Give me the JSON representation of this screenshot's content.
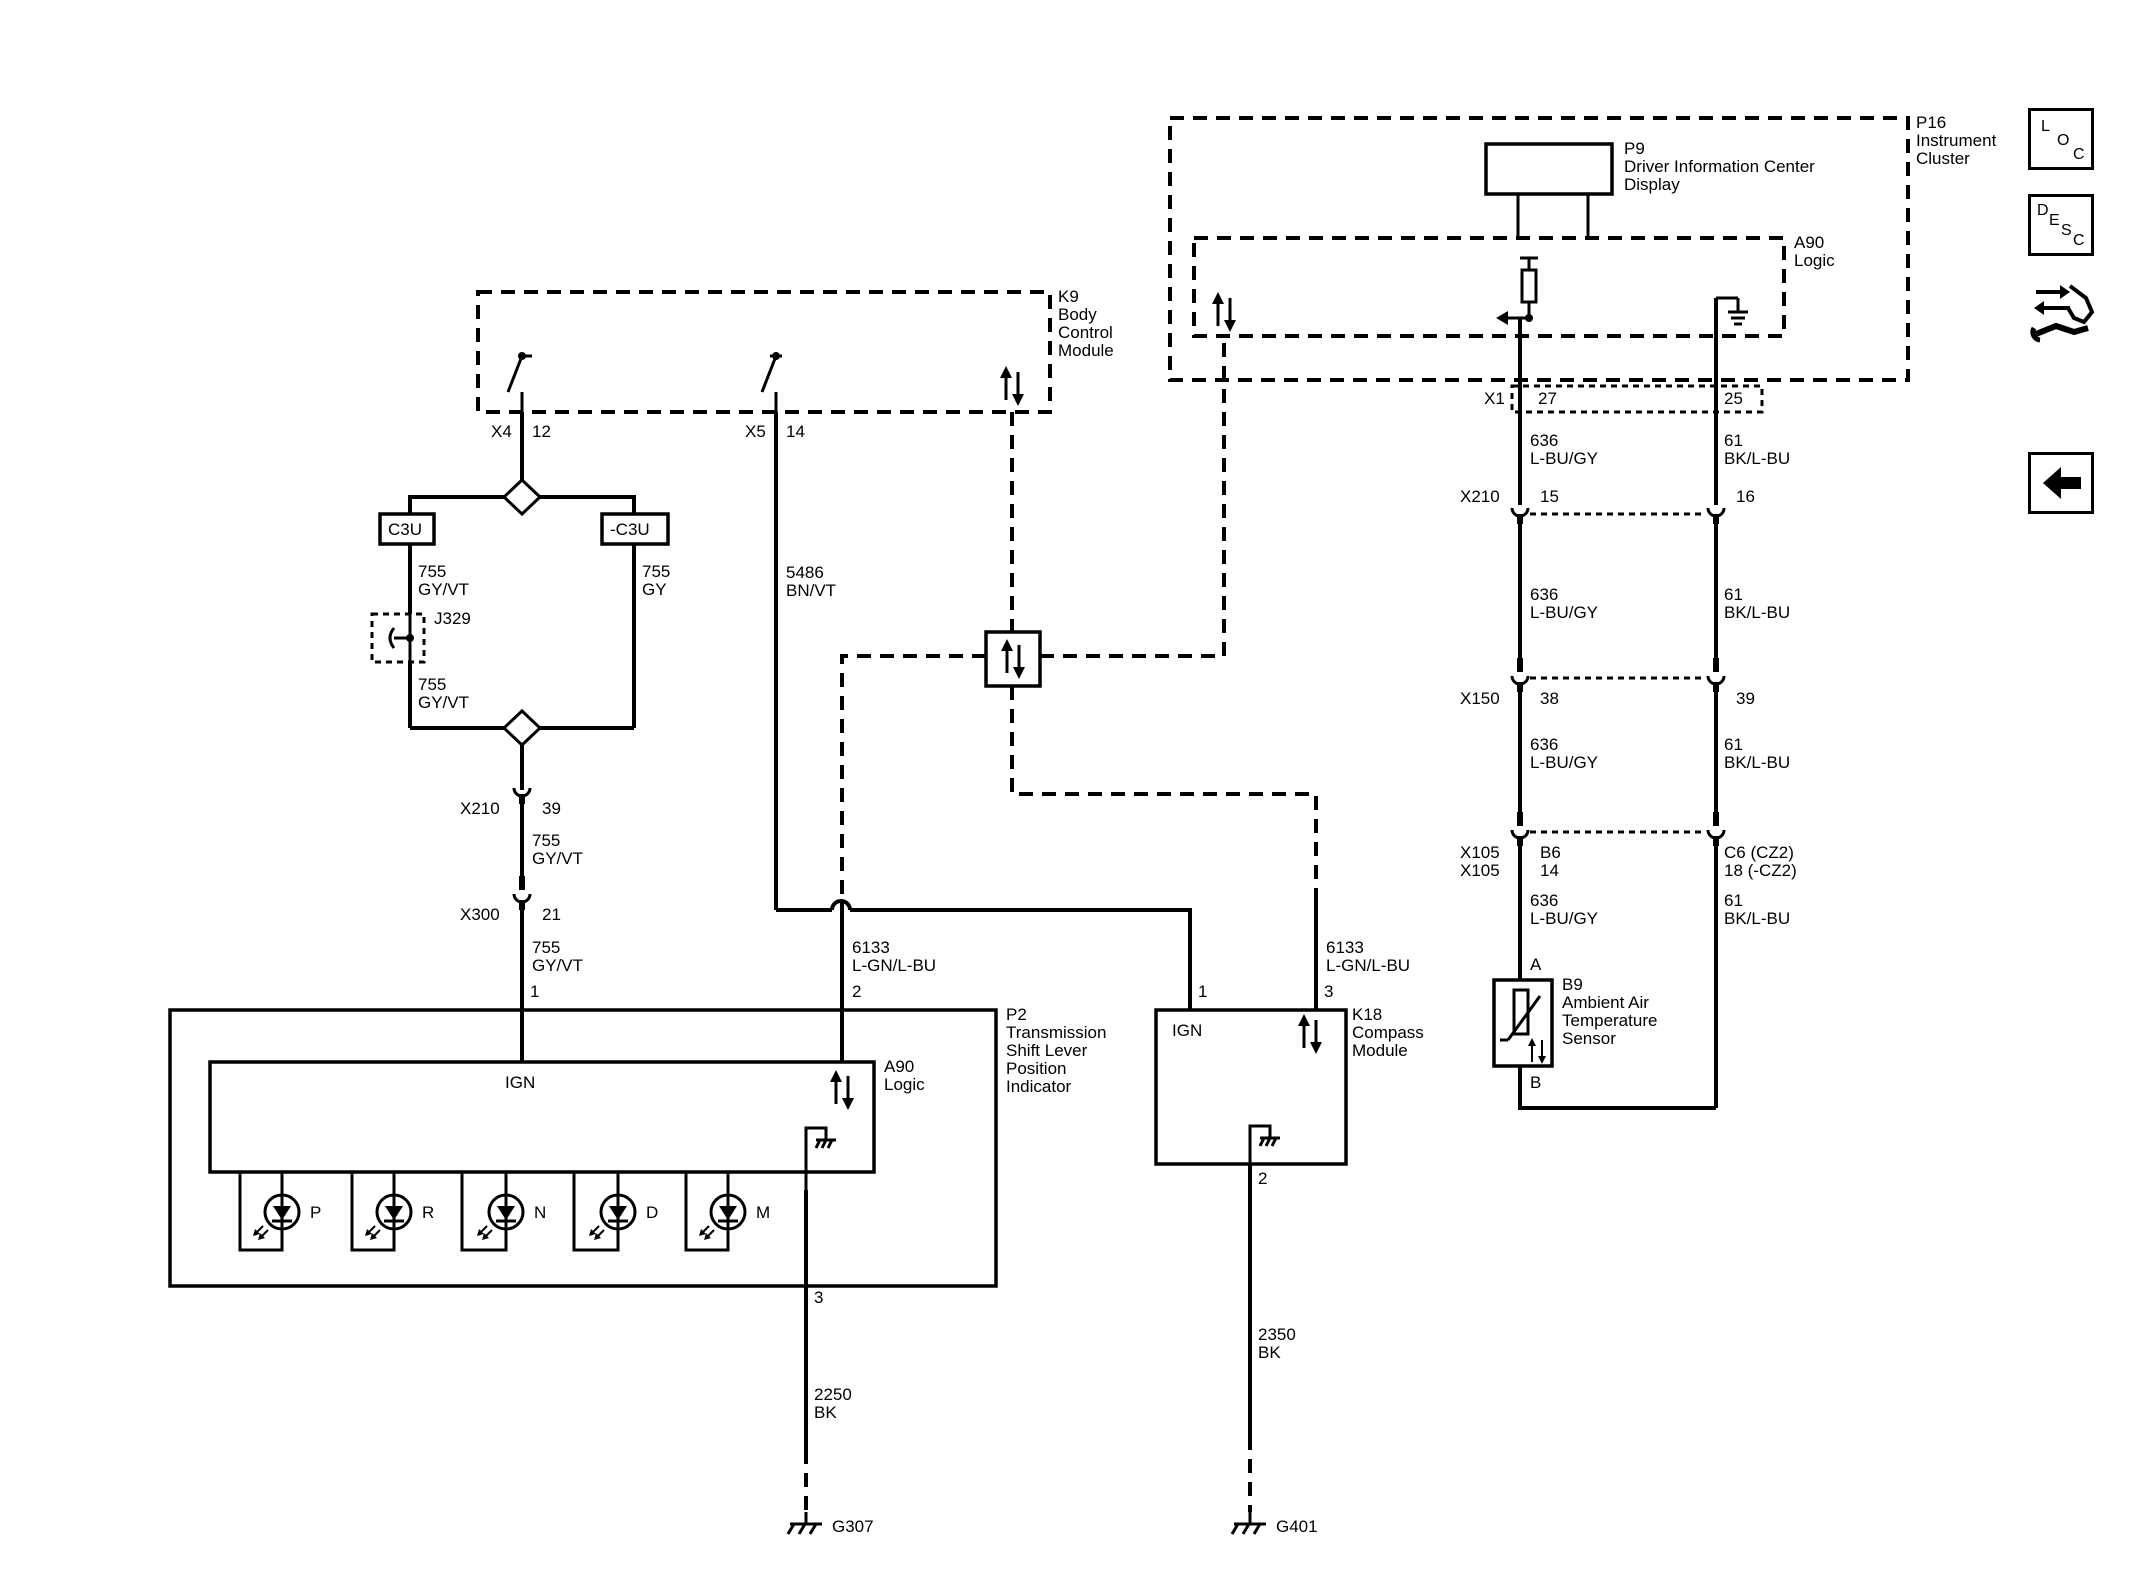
{
  "nav": {
    "loc": [
      "L",
      "O",
      "C"
    ],
    "desc": [
      "D",
      "E",
      "S",
      "C"
    ]
  },
  "k9": {
    "id": "K9",
    "name_lines": [
      "Body",
      "Control",
      "Module"
    ],
    "conn_x4": "X4",
    "pin_x4": "12",
    "conn_x5": "X5",
    "pin_x5": "14"
  },
  "p16": {
    "id": "P16",
    "name_lines": [
      "Instrument",
      "Cluster"
    ],
    "p9_id": "P9",
    "p9_lines": [
      "Driver Information Center",
      "Display"
    ],
    "a90_id": "A90",
    "a90_name": "Logic",
    "conn": "X1",
    "pin27": "27",
    "pin25": "25"
  },
  "left_branch": {
    "opt_a": "C3U",
    "opt_b": "-C3U",
    "w1": [
      "755",
      "GY/VT"
    ],
    "w2": [
      "755",
      "GY"
    ],
    "w3": [
      "755",
      "GY/VT"
    ],
    "j329": "J329",
    "x210": "X210",
    "x210_pin": "39",
    "w4": [
      "755",
      "GY/VT"
    ],
    "x300": "X300",
    "x300_pin": "21",
    "w5": [
      "755",
      "GY/VT"
    ]
  },
  "mid": {
    "w5486": [
      "5486",
      "BN/VT"
    ],
    "w6133a": [
      "6133",
      "L-GN/L-BU"
    ],
    "w6133b": [
      "6133",
      "L-GN/L-BU"
    ]
  },
  "p2": {
    "id": "P2",
    "name_lines": [
      "Transmission",
      "Shift Lever",
      "Position",
      "Indicator"
    ],
    "a90_id": "A90",
    "a90_name": "Logic",
    "ign": "IGN",
    "pin1": "1",
    "pin2": "2",
    "pin3": "3",
    "leds": [
      "P",
      "R",
      "N",
      "D",
      "M"
    ]
  },
  "k18": {
    "id": "K18",
    "name_lines": [
      "Compass",
      "Module"
    ],
    "ign": "IGN",
    "pin1": "1",
    "pin3": "3",
    "pin2": "2"
  },
  "grounds": {
    "g307": "G307",
    "g307_wire": [
      "2250",
      "BK"
    ],
    "g401": "G401",
    "g401_wire": [
      "2350",
      "BK"
    ]
  },
  "right": {
    "w636": [
      "636",
      "L-BU/GY"
    ],
    "w61": [
      "61",
      "BK/L-BU"
    ],
    "x210": "X210",
    "x210_p1": "15",
    "x210_p2": "16",
    "x150": "X150",
    "x150_p1": "38",
    "x150_p2": "39",
    "x105_a": "X105",
    "x105_b": "X105",
    "b6": "B6",
    "b6_pin": "14",
    "c6": "C6 (CZ2)",
    "c6_alt": "18 (-CZ2)",
    "b9_id": "B9",
    "b9_lines": [
      "Ambient Air",
      "Temperature",
      "Sensor"
    ],
    "pin_a": "A",
    "pin_b": "B"
  }
}
